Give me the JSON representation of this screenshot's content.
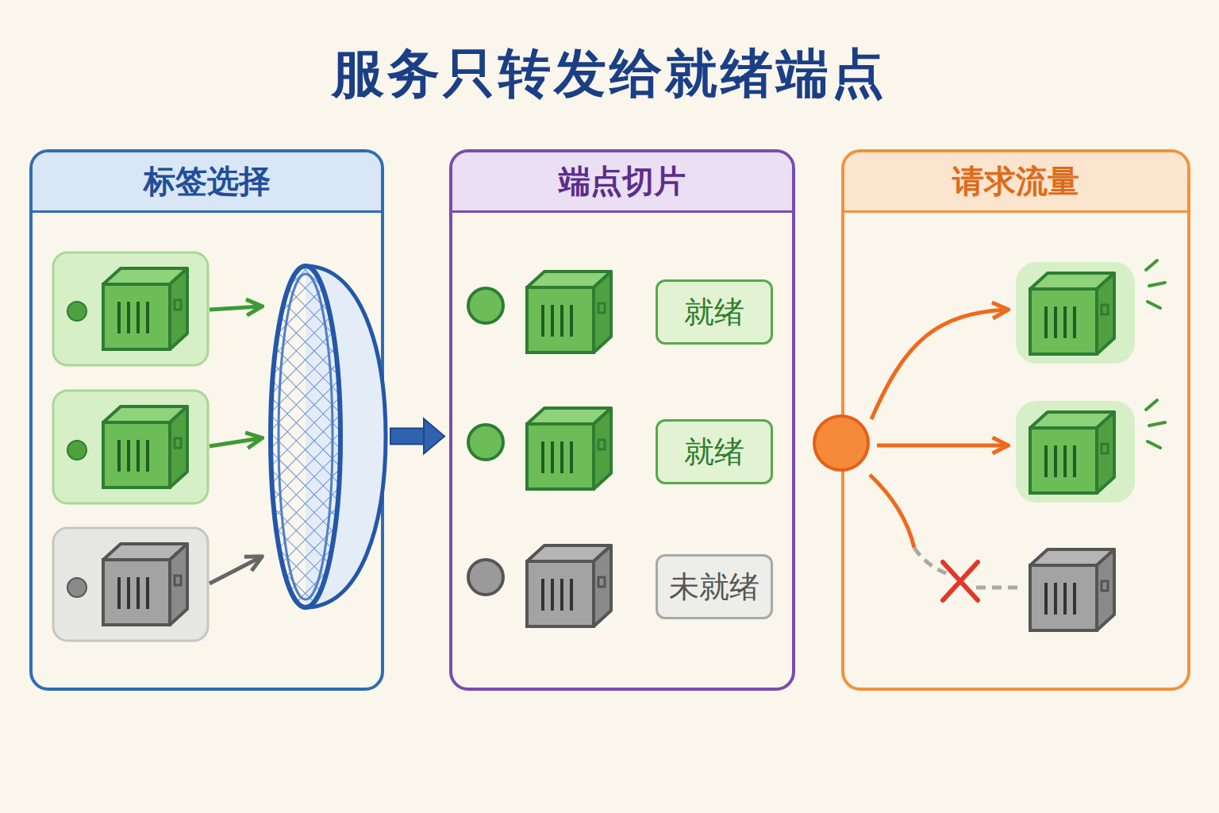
{
  "diagram": {
    "title": "服务只转发给就绪端点",
    "nodes": [
      {
        "text": [
          "标签选择"
        ]
      },
      {
        "text": [
          "端点切片"
        ]
      },
      {
        "text": [
          "就绪"
        ],
        "in": 1
      },
      {
        "text": [
          "就绪"
        ],
        "in": 1
      },
      {
        "text": [
          "未就绪"
        ],
        "in": 1
      },
      {
        "text": [
          "请求流量"
        ]
      }
    ],
    "edges": [
      {
        "from": 0,
        "to": 1,
        "arrow": "to"
      }
    ]
  }
}
